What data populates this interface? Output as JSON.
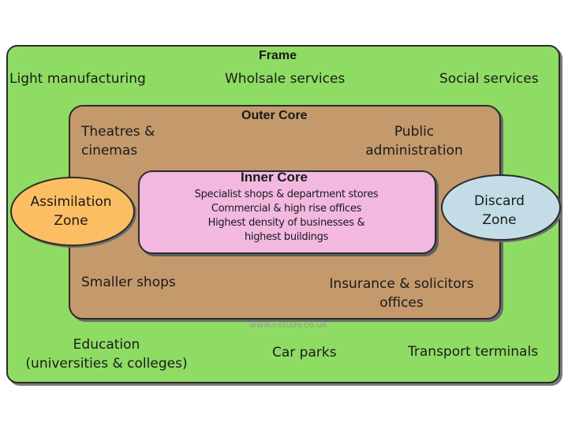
{
  "frame": {
    "title": "Frame",
    "labels": {
      "light_manufacturing": "Light manufacturing",
      "wholesale": "Wholsale services",
      "social": "Social services",
      "education_1": "Education",
      "education_2": "(universities & colleges)",
      "car_parks": "Car parks",
      "transport": "Transport terminals"
    }
  },
  "outer_core": {
    "title": "Outer Core",
    "labels": {
      "theatres_1": "Theatres &",
      "theatres_2": "cinemas",
      "public_1": "Public",
      "public_2": "administration",
      "smaller_shops": "Smaller shops",
      "insurance_1": "Insurance & solicitors",
      "insurance_2": "offices"
    }
  },
  "inner_core": {
    "title": "Inner Core",
    "lines": [
      "Specialist shops & department stores",
      "Commercial & high rise offices",
      "Highest density of businesses &",
      "highest buildings"
    ]
  },
  "assimilation_zone": {
    "line1": "Assimilation",
    "line2": "Zone"
  },
  "discard_zone": {
    "line1": "Discard",
    "line2": "Zone"
  },
  "watermark": "www.i-study.co.uk",
  "colors": {
    "frame": "#8fdc64",
    "outer_core": "#c49a6c",
    "inner_core": "#f2b8e0",
    "assimilation": "#fbbe63",
    "discard": "#c4dce6"
  }
}
